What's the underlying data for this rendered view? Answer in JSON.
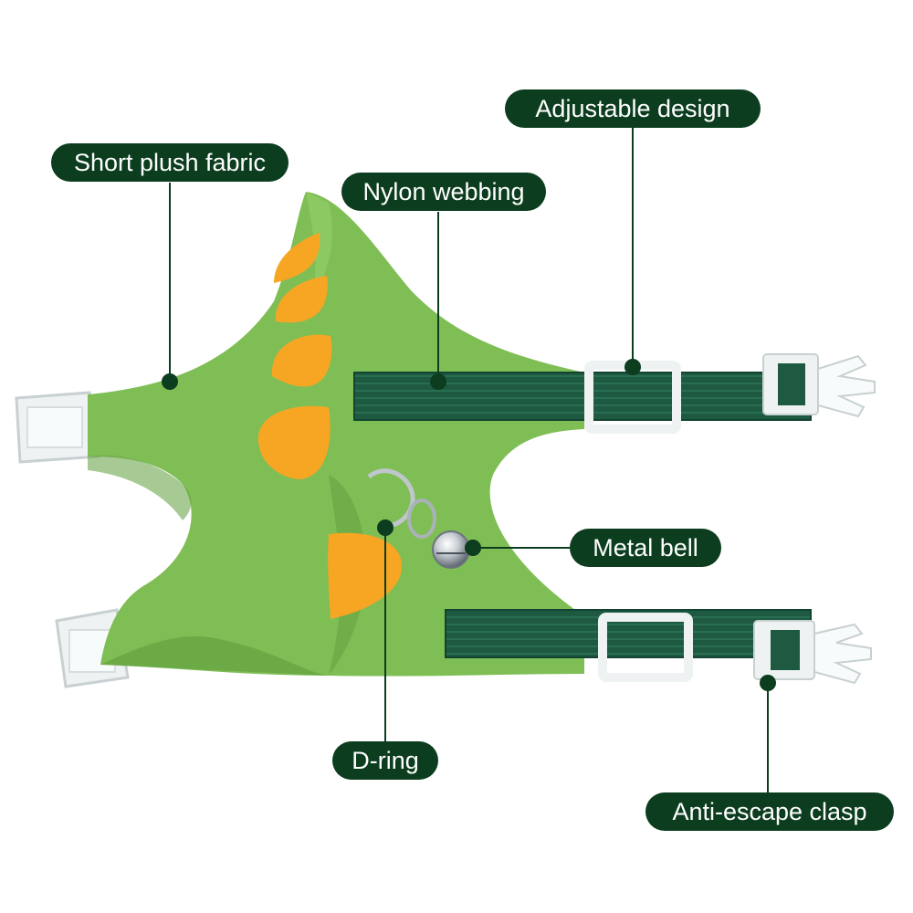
{
  "colors": {
    "label_bg": "#0c3d1f",
    "plush_green": "#7fbe55",
    "plush_shadow": "#5f9d3c",
    "spike_orange": "#f6a623",
    "webbing": "#1d5a41",
    "buckle": "#eef2f2",
    "bell": "#c9cfd4"
  },
  "labels": {
    "adjustable": "Adjustable design",
    "short_plush": "Short plush fabric",
    "nylon": "Nylon webbing",
    "metal_bell": "Metal bell",
    "d_ring": "D-ring",
    "anti_escape": "Anti-escape clasp"
  }
}
